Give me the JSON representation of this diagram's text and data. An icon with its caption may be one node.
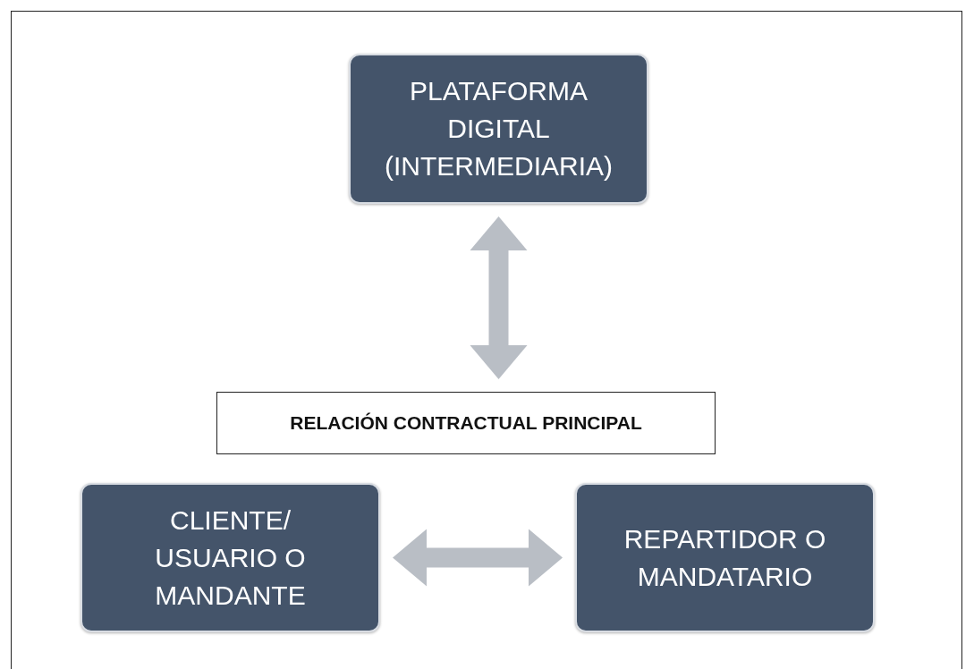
{
  "diagram": {
    "nodes": [
      {
        "text": [
          "PLATAFORMA DIGITAL (INTERMEDIARIA)"
        ]
      },
      {
        "text": [
          "RELACIÓN CONTRACTUAL PRINCIPAL"
        ]
      },
      {
        "text": [
          "CLIENTE/ USUARIO O MANDANTE"
        ]
      },
      {
        "text": [
          "REPARTIDOR O MANDATARIO"
        ]
      }
    ],
    "edges": [
      {
        "from": 0,
        "to": 1,
        "arrow": "both"
      },
      {
        "from": 2,
        "to": 3,
        "arrow": "both"
      }
    ]
  }
}
